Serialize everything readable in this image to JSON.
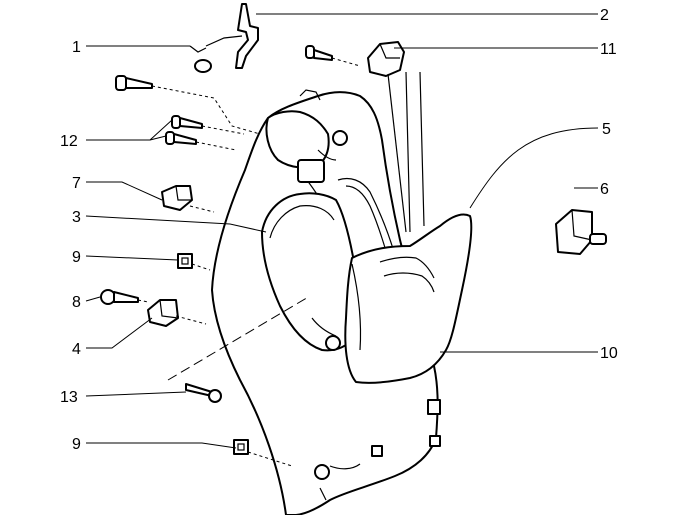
{
  "callouts": [
    {
      "id": "1",
      "label": "1"
    },
    {
      "id": "2",
      "label": "2"
    },
    {
      "id": "3",
      "label": "3"
    },
    {
      "id": "4",
      "label": "4"
    },
    {
      "id": "5",
      "label": "5"
    },
    {
      "id": "6",
      "label": "6"
    },
    {
      "id": "7",
      "label": "7"
    },
    {
      "id": "8",
      "label": "8"
    },
    {
      "id": "9a",
      "label": "9"
    },
    {
      "id": "9b",
      "label": "9"
    },
    {
      "id": "10",
      "label": "10"
    },
    {
      "id": "11",
      "label": "11"
    },
    {
      "id": "12",
      "label": "12"
    },
    {
      "id": "13",
      "label": "13"
    }
  ]
}
